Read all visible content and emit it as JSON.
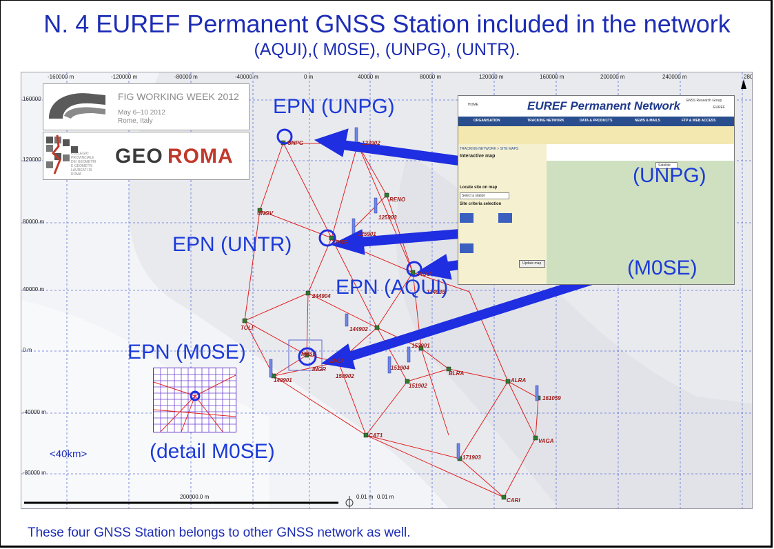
{
  "title": {
    "line1": "N. 4 EUREF Permanent GNSS Station included in the network",
    "line2": "(AQUI),( M0SE), (UNPG), (UNTR)."
  },
  "footer": "These four GNSS Station belongs to other GNSS network as well.",
  "map": {
    "x_ticks": [
      "-160000 m",
      "-120000 m",
      "-80000 m",
      "-40000 m",
      "0 m",
      "40000 m",
      "80000 m",
      "120000 m",
      "160000 m",
      "200000 m",
      "240000 m",
      "280"
    ],
    "y_ticks": [
      "160000 m",
      "120000 m",
      "80000 m",
      "40000 m",
      "0 m",
      "-40000 m",
      "-80000 m"
    ],
    "scale_bar_label": "200000.0 m",
    "scale_north_a": "0.01 m",
    "scale_north_b": "0.01 m",
    "scale_note": "<40km>",
    "stations": [
      "UNPG",
      "123902",
      "RENO",
      "125903",
      "UNOV",
      "UNTR",
      "125901",
      "AQUI",
      "124935",
      "244904",
      "144902",
      "TOLF",
      "153901",
      "149901",
      "M0SE",
      "VAGA",
      "INGR",
      "150902",
      "151904",
      "151902",
      "BLRA",
      "ALRA",
      "161059",
      "VAGA",
      "CAT1",
      "171903",
      "CARI"
    ]
  },
  "logos": {
    "fig_title": "FIG WORKING WEEK 2012",
    "fig_dates": "May 6–10 2012",
    "fig_place": "Rome, Italy",
    "geo_part": "GEO",
    "roma_part": "ROMA",
    "collegio_text": "COLLEGIO PROVINCIALE DEI GEOMETRI E GEOMETRI LAUREATI DI ROMA"
  },
  "labels": {
    "epn_unpg": "EPN (UNPG)",
    "epn_untr": "EPN (UNTR)",
    "epn_aqui": "EPN (AQUI)",
    "epn_m0se": "EPN (M0SE)",
    "unpg": "(UNPG)",
    "m0se": "(M0SE)",
    "detail": "(detail M0SE)"
  },
  "inset": {
    "title": "EUREF Permanent Network",
    "home": "HOME",
    "research_group": "GNSS Research Group",
    "euref": "EUREF",
    "nav": [
      "ORGANISATION",
      "TRACKING NETWORK",
      "DATA & PRODUCTS",
      "NEWS & MAILS",
      "FTP & WEB ACCESS"
    ],
    "breadcrumb": "TRACKING NETWORK > SITE MAPS",
    "heading": "Interactive map",
    "locate_label": "Locate site on map",
    "select_placeholder": "Select a station",
    "criteria_label": "Site criteria selection",
    "update_button": "Update map",
    "satellite_tab": "Satellite"
  },
  "colors": {
    "title_blue": "#1d2db5",
    "arrow_blue": "#1f2ee0",
    "network_red": "#e02020",
    "grid_blue": "#5b6ed6"
  }
}
